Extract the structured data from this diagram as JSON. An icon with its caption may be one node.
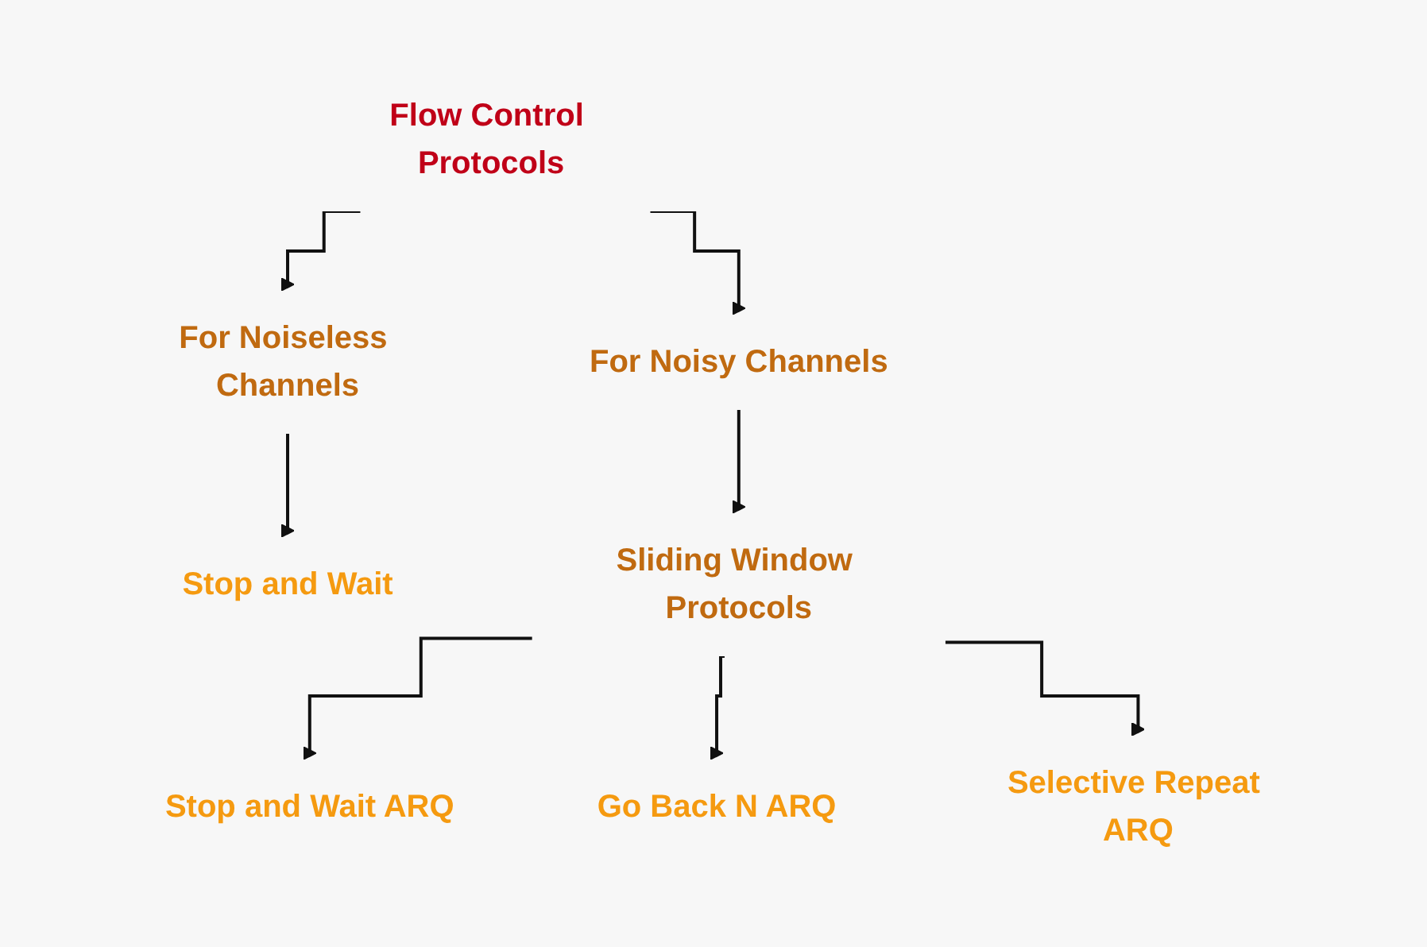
{
  "diagram": {
    "nodes": [
      {
        "text": [
          "Flow Control Protocols"
        ]
      },
      {
        "text": [
          "For Noiseless Channels"
        ]
      },
      {
        "text": [
          "For Noisy Channels"
        ]
      },
      {
        "text": [
          "Stop and Wait"
        ]
      },
      {
        "text": [
          "Sliding Window Protocols"
        ]
      },
      {
        "text": [
          "Stop and Wait ARQ"
        ]
      },
      {
        "text": [
          "Go Back N ARQ"
        ]
      },
      {
        "text": [
          "Selective Repeat ARQ"
        ]
      }
    ],
    "edges": [
      {
        "from": 0,
        "to": 1,
        "arrow": "to"
      },
      {
        "from": 0,
        "to": 2,
        "arrow": "to"
      },
      {
        "from": 1,
        "to": 3,
        "arrow": "to"
      },
      {
        "from": 2,
        "to": 4,
        "arrow": "to"
      },
      {
        "from": 4,
        "to": 5,
        "arrow": "to"
      },
      {
        "from": 4,
        "to": 6,
        "arrow": "to"
      },
      {
        "from": 4,
        "to": 7,
        "arrow": "to"
      }
    ]
  }
}
